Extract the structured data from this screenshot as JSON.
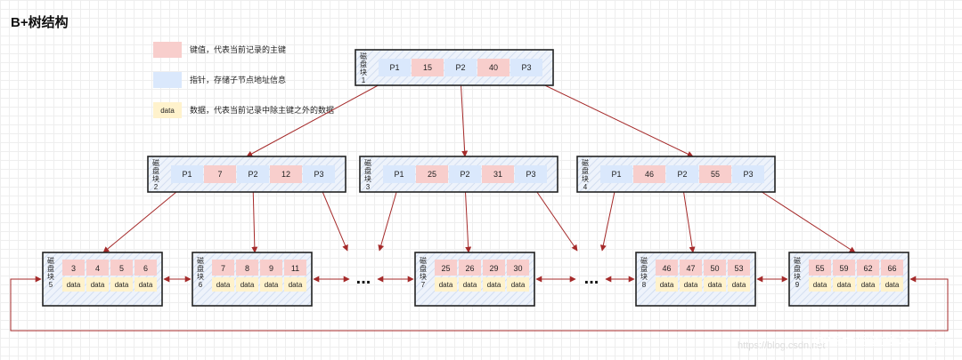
{
  "title": "B+树结构",
  "legend": {
    "key": "键值，代表当前记录的主键",
    "pointer": "指针，存储子节点地址信息",
    "data_label": "data",
    "data_desc": "数据，代表当前记录中除主键之外的数据"
  },
  "block_char1": "磁",
  "block_char2": "盘",
  "block_char3": "块",
  "pointers": [
    "P1",
    "P2",
    "P3"
  ],
  "root": {
    "num": "1",
    "keys": [
      "15",
      "40"
    ]
  },
  "internal": [
    {
      "num": "2",
      "keys": [
        "7",
        "12"
      ]
    },
    {
      "num": "3",
      "keys": [
        "25",
        "31"
      ]
    },
    {
      "num": "4",
      "keys": [
        "46",
        "55"
      ]
    }
  ],
  "leaves": [
    {
      "num": "5",
      "keys": [
        "3",
        "4",
        "5",
        "6"
      ]
    },
    {
      "num": "6",
      "keys": [
        "7",
        "8",
        "9",
        "11"
      ]
    },
    {
      "num": "7",
      "keys": [
        "25",
        "26",
        "29",
        "30"
      ]
    },
    {
      "num": "8",
      "keys": [
        "46",
        "47",
        "50",
        "53"
      ]
    },
    {
      "num": "9",
      "keys": [
        "55",
        "59",
        "62",
        "66"
      ]
    }
  ],
  "ellipsis": "...",
  "data_text": "data",
  "watermark": "@稀土掘金技术社区",
  "watermark_url": "https://blog.csdn.net",
  "colors": {
    "key_fill": "#f8cecc",
    "pointer_fill": "#dae8fc",
    "data_fill": "#fff2cc",
    "arrow": "#a52a2a",
    "border": "#222222"
  }
}
